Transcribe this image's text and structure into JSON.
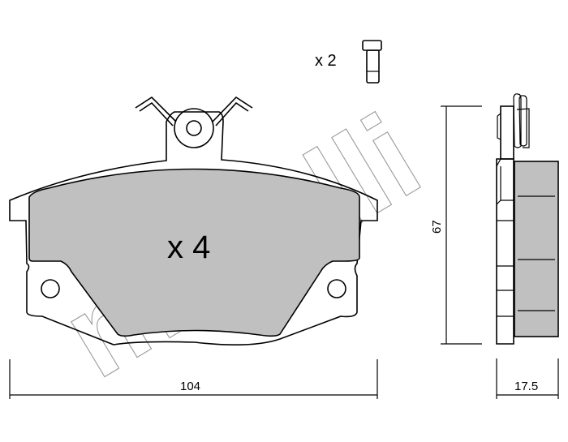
{
  "brand_watermark": "metelli",
  "labels": {
    "bolt_quantity": "x 2",
    "pad_quantity": "x 4",
    "width_dimension": "104",
    "height_dimension": "67",
    "thickness_dimension": "17.5"
  },
  "colors": {
    "friction_material": "#c0c0c0",
    "watermark": "#9a9a9a"
  }
}
